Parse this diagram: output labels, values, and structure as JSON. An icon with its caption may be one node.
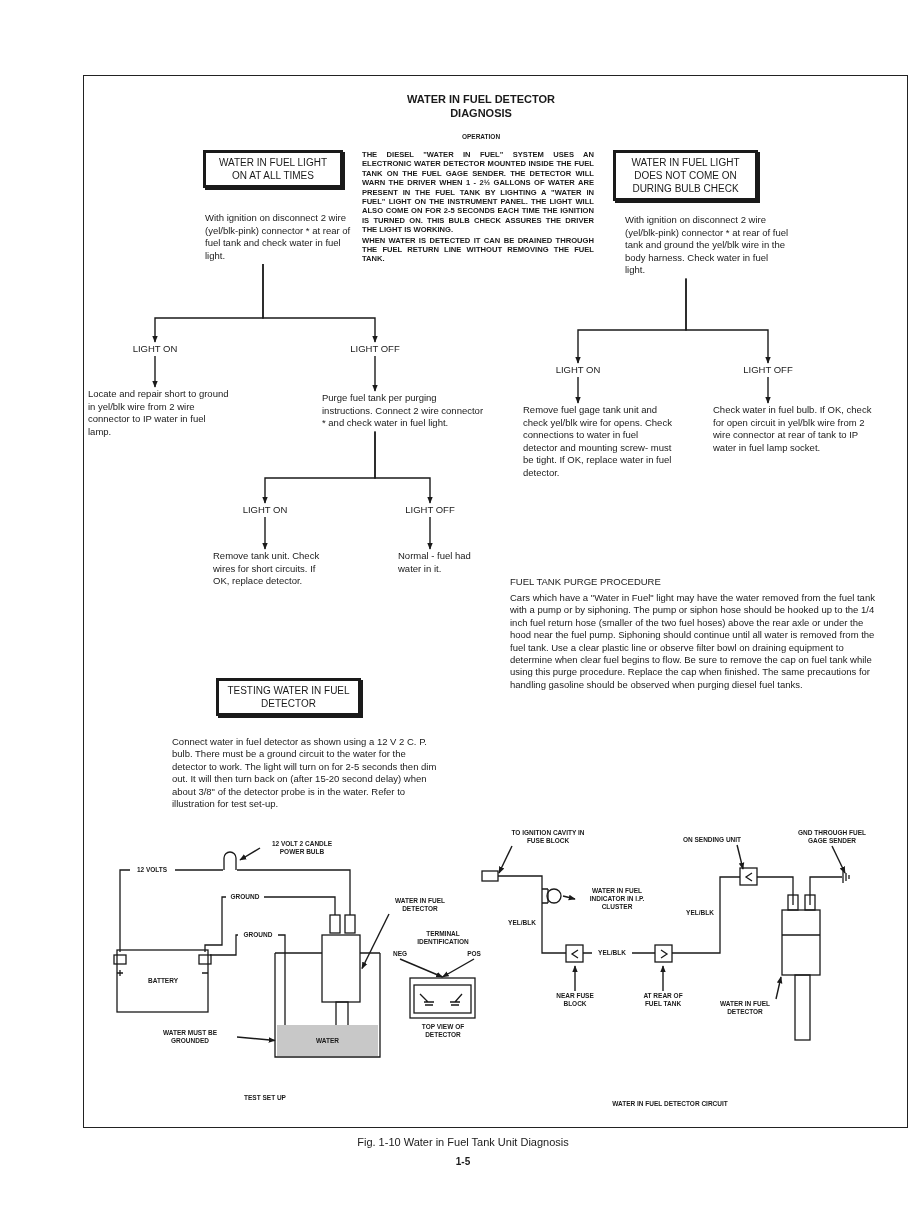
{
  "diagram": {
    "title": "WATER IN FUEL DETECTOR DIAGNOSIS",
    "caption": "Fig. 1-10 Water in Fuel Tank Unit Diagnosis",
    "nodes": [
      {
        "text": [
          "WATER IN FUEL LIGHT ON AT ALL TIMES"
        ]
      },
      {
        "text": [
          "With ignition on disconnect 2 wire (yel/blk-pink) connector * at rear of fuel tank and check water in fuel light."
        ]
      },
      {
        "text": [
          "LIGHT ON"
        ]
      },
      {
        "text": [
          "LIGHT OFF"
        ]
      },
      {
        "text": [
          "Locate and repair short to ground in yel/blk wire from 2 wire connector to IP water in fuel lamp."
        ]
      },
      {
        "text": [
          "Purge fuel tank per purging instructions. Connect 2 wire connector * and check water in fuel light."
        ]
      },
      {
        "text": [
          "LIGHT ON"
        ]
      },
      {
        "text": [
          "LIGHT OFF"
        ]
      },
      {
        "text": [
          "Remove tank unit. Check wires for short circuits. If OK, replace detector."
        ]
      },
      {
        "text": [
          "Normal - fuel had water in it."
        ]
      },
      {
        "text": [
          "WATER IN FUEL LIGHT DOES NOT COME ON DURING BULB CHECK"
        ]
      },
      {
        "text": [
          "With ignition on disconnect 2 wire (yel/blk-pink) connector * at rear of fuel tank and ground the yel/blk wire in the body harness. Check water in fuel light."
        ]
      },
      {
        "text": [
          "LIGHT ON"
        ]
      },
      {
        "text": [
          "LIGHT OFF"
        ]
      },
      {
        "text": [
          "Remove fuel gage tank unit and check yel/blk wire for opens. Check connections to water in fuel detector and mounting screw- must be tight. If OK, replace water in fuel detector."
        ]
      },
      {
        "text": [
          "Check water in fuel bulb. If OK, check for open circuit in yel/blk wire from 2 wire connector at rear of tank to IP water in fuel lamp socket."
        ]
      },
      {
        "text": [
          "TESTING WATER IN FUEL DETECTOR"
        ]
      },
      {
        "text": [
          "12 VOLT 2 CANDLE POWER BULB"
        ]
      },
      {
        "text": [
          "WATER IN FUEL DETECTOR"
        ]
      },
      {
        "text": [
          "NEG"
        ]
      },
      {
        "text": [
          "POS"
        ]
      },
      {
        "text": [
          "WATER MUST BE GROUNDED"
        ]
      },
      {
        "text": [
          "TO IGNITION CAVITY IN FUSE BLOCK"
        ]
      },
      {
        "text": [
          "WATER IN FUEL INDICATOR IN I.P. CLUSTER"
        ]
      },
      {
        "text": [
          "ON SENDING UNIT"
        ]
      },
      {
        "text": [
          "GND THROUGH FUEL GAGE SENDER"
        ]
      },
      {
        "text": [
          "NEAR FUSE BLOCK"
        ]
      },
      {
        "text": [
          "AT REAR OF FUEL TANK"
        ]
      },
      {
        "text": [
          "WATER IN FUEL DETECTOR"
        ]
      },
      {
        "text": [
          "WATER"
        ]
      },
      {
        "text": [],
        "shape": "box"
      },
      {
        "text": [],
        "shape": "box"
      }
    ],
    "edges": [
      {
        "from": 1,
        "to": 2,
        "arrow": "to"
      },
      {
        "from": 1,
        "to": 3,
        "arrow": "to"
      },
      {
        "from": 2,
        "to": 4,
        "arrow": "to"
      },
      {
        "from": 3,
        "to": 5,
        "arrow": "to"
      },
      {
        "from": 5,
        "to": 6,
        "arrow": "to"
      },
      {
        "from": 5,
        "to": 7,
        "arrow": "to"
      },
      {
        "from": 6,
        "to": 8,
        "arrow": "to"
      },
      {
        "from": 7,
        "to": 9,
        "arrow": "to"
      },
      {
        "from": 11,
        "to": 12,
        "arrow": "to"
      },
      {
        "from": 11,
        "to": 13,
        "arrow": "to"
      },
      {
        "from": 12,
        "to": 14,
        "arrow": "to"
      },
      {
        "from": 13,
        "to": 15,
        "arrow": "to"
      },
      {
        "from": 17,
        "to": null,
        "arrow": "to"
      },
      {
        "from": 18,
        "to": 30,
        "arrow": "to"
      },
      {
        "from": 19,
        "to": 31,
        "arrow": "to"
      },
      {
        "from": 20,
        "to": 31,
        "arrow": "to"
      },
      {
        "from": 21,
        "to": 29,
        "arrow": "to"
      },
      {
        "from": 22,
        "to": null,
        "arrow": "to"
      },
      {
        "from": null,
        "to": 23,
        "arrow": "to"
      },
      {
        "from": 24,
        "to": null,
        "arrow": "to"
      },
      {
        "from": 25,
        "to": null,
        "arrow": "to"
      },
      {
        "from": 26,
        "to": null,
        "arrow": "to"
      },
      {
        "from": 27,
        "to": null,
        "arrow": "to"
      },
      {
        "from": 28,
        "to": null,
        "arrow": "to"
      }
    ],
    "labels": [
      "OPERATION",
      "THE DIESEL \"WATER IN FUEL\" SYSTEM USES AN ELECTRONIC WATER DETECTOR MOUNTED INSIDE THE FUEL TANK ON THE FUEL GAGE SENDER. THE DETECTOR WILL WARN THE DRIVER WHEN 1 - 2½ GALLONS OF WATER ARE PRESENT IN THE FUEL TANK BY LIGHTING A \"WATER IN FUEL\" LIGHT ON THE INSTRUMENT PANEL. THE LIGHT WILL ALSO COME ON FOR 2-5 SECONDS EACH TIME THE IGNITION IS TURNED ON. THIS BULB CHECK ASSURES THE DRIVER THE LIGHT IS WORKING.",
      "WHEN WATER IS DETECTED IT CAN BE DRAINED THROUGH THE FUEL RETURN LINE WITHOUT REMOVING THE FUEL TANK.",
      "FUEL TANK PURGE PROCEDURE",
      "Cars which have a \"Water in Fuel\" light may have the water removed from the fuel tank with a pump or by siphoning. The pump or siphon hose should be hooked up to the 1/4 inch fuel return hose (smaller of the two fuel hoses) above the rear axle or under the hood near the fuel pump. Siphoning should continue until all water is removed from the fuel tank. Use a clear plastic line or observe filter bowl on draining equipment to determine when clear fuel begins to flow. Be sure to remove the cap on fuel tank while using this purge procedure. Replace the cap when finished. The same precautions for handling gasoline should be observed when purging diesel fuel tanks.",
      "Connect water in fuel detector as shown using a 12 V 2 C. P. bulb. There must be a ground circuit to the water for the detector to work. The light will turn on for 2-5 seconds then dim out. It will then turn back on (after 15-20 second delay) when about 3/8\" of the detector probe is in the water. Refer to illustration for test set-up.",
      "12 VOLTS",
      "GROUND",
      "GROUND",
      "BATTERY",
      "TERMINAL IDENTIFICATION",
      "TOP VIEW OF DETECTOR",
      "TEST SET UP",
      "YEL/BLK",
      "YEL/BLK",
      "YEL/BLK",
      "WATER IN FUEL DETECTOR CIRCUIT",
      "1-5"
    ]
  }
}
